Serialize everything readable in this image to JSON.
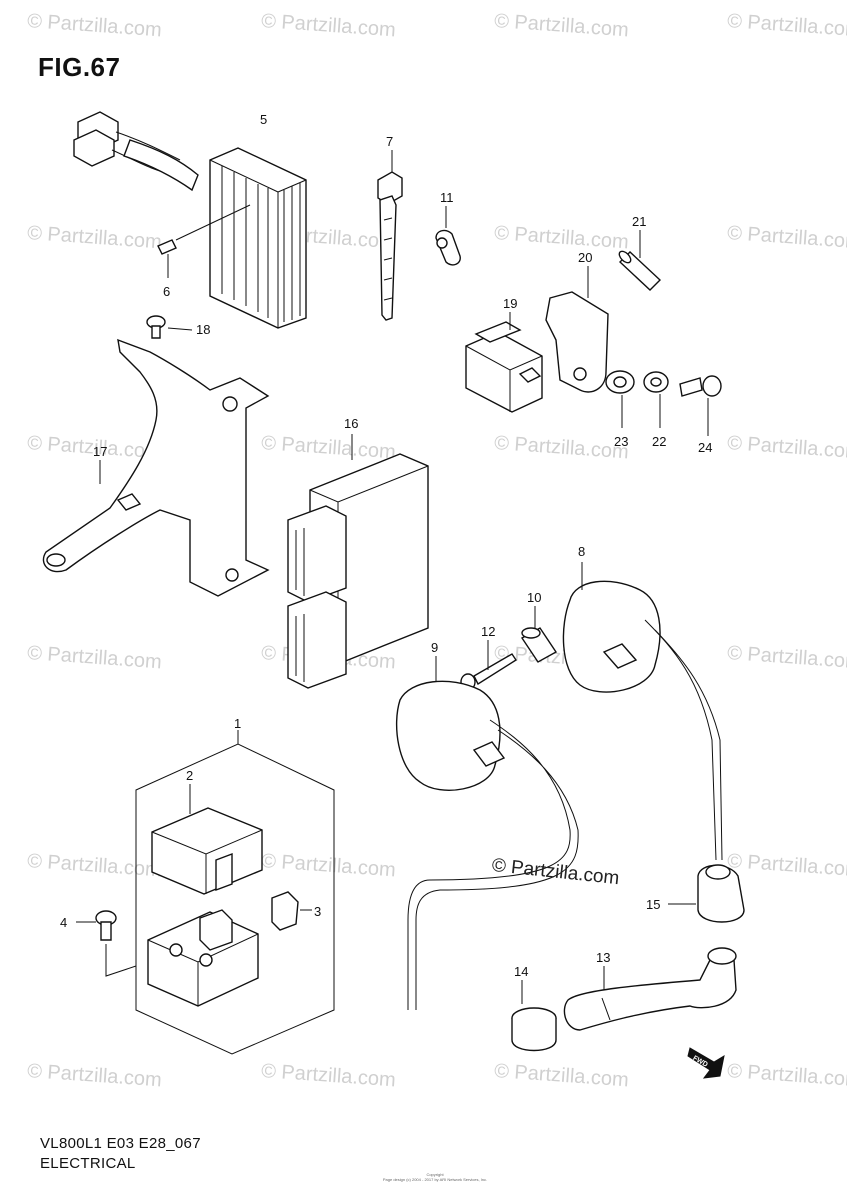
{
  "figure": {
    "title": "FIG.67",
    "model_code": "VL800L1 E03 E28_067",
    "section_name": "ELECTRICAL",
    "copyright_line1": "Copyright",
    "copyright_line2": "Page design (c) 2004 - 2017 by ARI Network Services, Inc."
  },
  "watermark": {
    "text": "© Partzilla.com",
    "center_text": "© Partzilla.com"
  },
  "callouts": [
    "1",
    "2",
    "3",
    "4",
    "5",
    "6",
    "7",
    "8",
    "9",
    "10",
    "11",
    "12",
    "13",
    "14",
    "15",
    "16",
    "17",
    "18",
    "19",
    "20",
    "21",
    "22",
    "23",
    "24"
  ],
  "direction_arrow": {
    "label": "FWD"
  }
}
